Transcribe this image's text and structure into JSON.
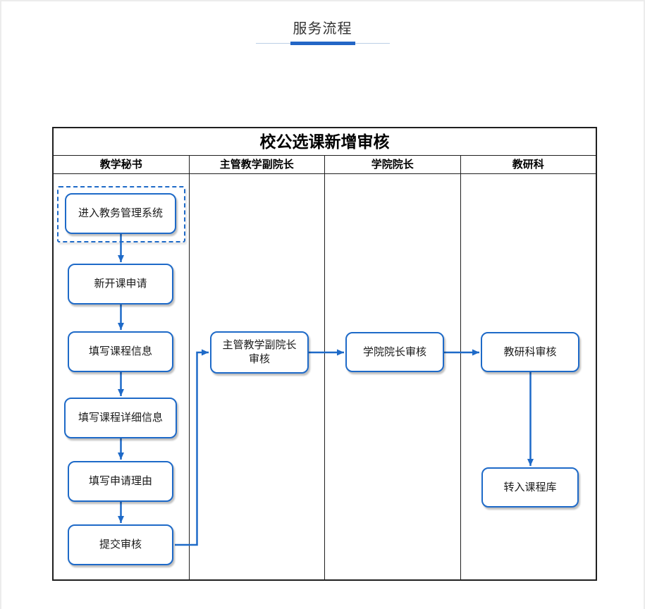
{
  "page": {
    "title": "服务流程"
  },
  "flowchart": {
    "title": "校公选课新增审核",
    "lanes": [
      "教学秘书",
      "主管教学副院长",
      "学院院长",
      "教研科"
    ],
    "nodes": {
      "enter_system": "进入教务管理系统",
      "new_course_application": "新开课申请",
      "fill_course_info": "填写课程信息",
      "fill_course_detail": "填写课程详细信息",
      "fill_reason": "填写申请理由",
      "submit_review": "提交审核",
      "vice_dean_review": "主管教学副院长审核",
      "dean_review": "学院院长审核",
      "research_section_review": "教研科审核",
      "course_library": "转入课程库"
    }
  },
  "colors": {
    "accent": "#1E6AC8",
    "underline_bar": "#2366C6",
    "underline_line": "#BBCFE6",
    "table_border": "#1F1F1F",
    "text": "#1A1A1A"
  }
}
